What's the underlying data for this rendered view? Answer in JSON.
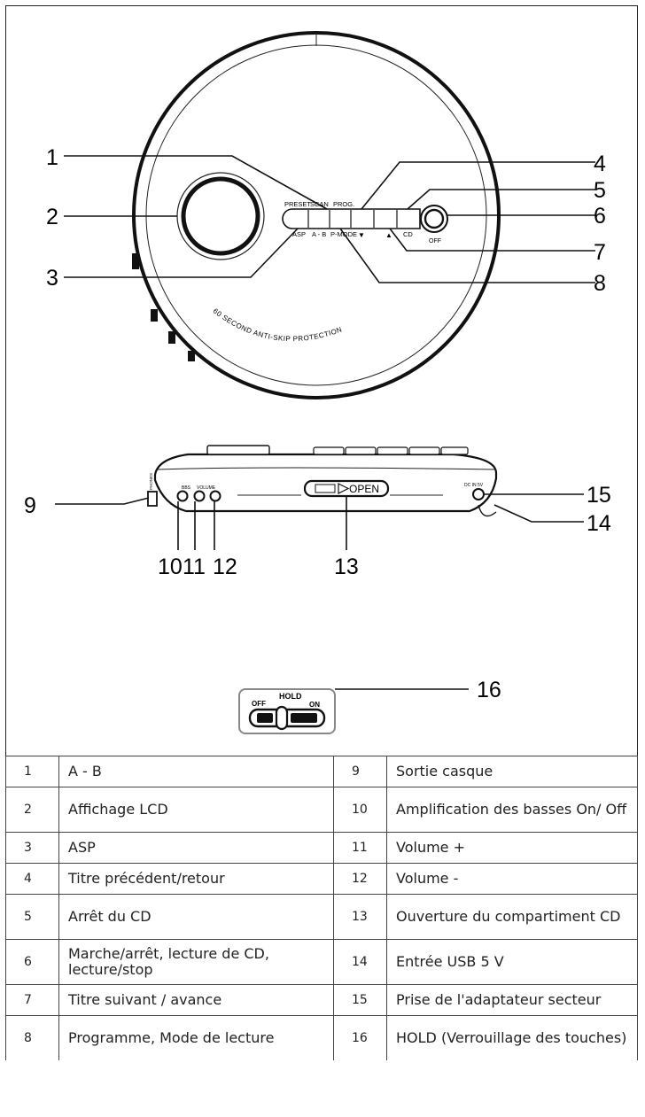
{
  "diagram": {
    "top_view": {
      "button_labels_top": [
        "PRESET",
        "SCAN",
        "PROG."
      ],
      "button_labels_bottom": [
        "ASP",
        "A - B",
        "P-MODE",
        "▼",
        "▲",
        "CD"
      ],
      "power_label": "OFF",
      "rim_text": "60 SECOND ANTI-SKIP PROTECTION"
    },
    "side_view": {
      "open_label": "OPEN",
      "jack_labels": [
        "DC IN 5V",
        "PHONES",
        "BBS",
        "VOLUME"
      ]
    },
    "hold_switch": {
      "title": "HOLD",
      "off_label": "OFF",
      "on_label": "ON"
    },
    "callouts": [
      "1",
      "2",
      "3",
      "4",
      "5",
      "6",
      "7",
      "8",
      "9",
      "10",
      "11",
      "12",
      "13",
      "14",
      "15",
      "16"
    ]
  },
  "legend": {
    "rows": [
      {
        "n1": "1",
        "t1": "A - B",
        "n2": "9",
        "t2": "Sortie casque"
      },
      {
        "n1": "2",
        "t1": "Affichage LCD",
        "n2": "10",
        "t2": "Amplification des basses On/ Off"
      },
      {
        "n1": "3",
        "t1": "ASP",
        "n2": "11",
        "t2": "Volume +"
      },
      {
        "n1": "4",
        "t1": "Titre précédent/retour",
        "n2": "12",
        "t2": "Volume -"
      },
      {
        "n1": "5",
        "t1": "Arrêt du CD",
        "n2": "13",
        "t2": "Ouverture du compartiment CD"
      },
      {
        "n1": "6",
        "t1": "Marche/arrêt, lecture de CD, lecture/stop",
        "n2": "14",
        "t2": "Entrée USB 5 V"
      },
      {
        "n1": "7",
        "t1": "Titre suivant / avance",
        "n2": "15",
        "t2": "Prise de l'adaptateur secteur"
      },
      {
        "n1": "8",
        "t1": "Programme, Mode de lecture",
        "n2": "16",
        "t2": "HOLD (Verrouillage des touches)"
      }
    ]
  }
}
